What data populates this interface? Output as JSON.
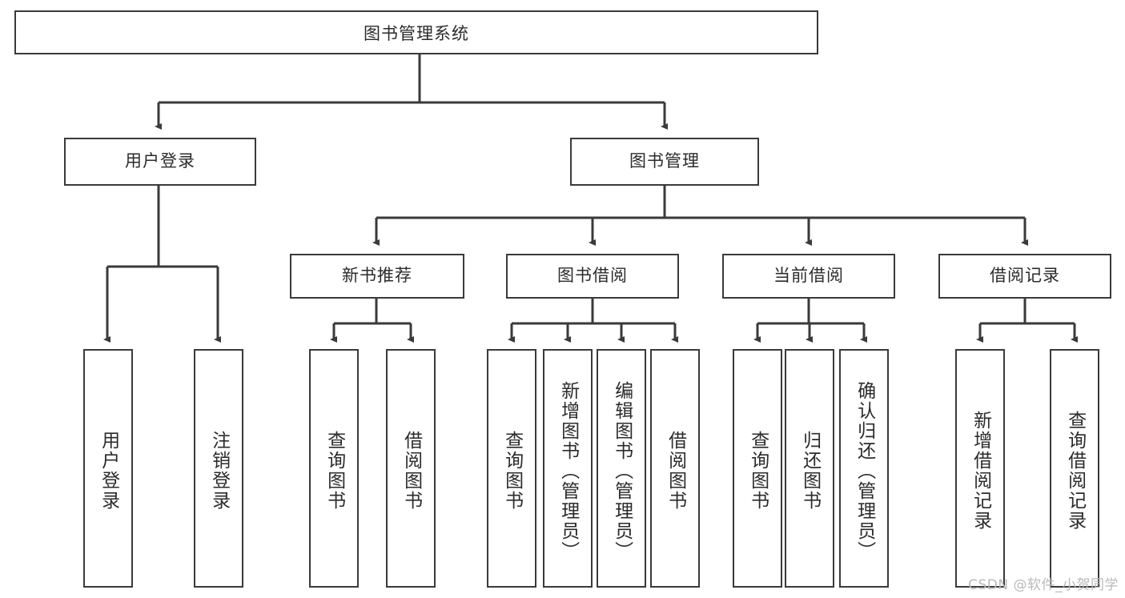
{
  "diagram": {
    "type": "tree",
    "title": "图书管理系统",
    "orientation": "top-down",
    "stroke_color": "#3a3a3a",
    "fill_color": "#ffffff",
    "text_color": "#2b2b2b"
  },
  "root": {
    "label": "图书管理系统"
  },
  "level2": [
    {
      "label": "用户登录"
    },
    {
      "label": "图书管理"
    }
  ],
  "level3": [
    {
      "label": "新书推荐"
    },
    {
      "label": "图书借阅"
    },
    {
      "label": "当前借阅"
    },
    {
      "label": "借阅记录"
    }
  ],
  "leaves": {
    "user_login": [
      {
        "label": "用户登录"
      },
      {
        "label": "注销登录"
      }
    ],
    "new_book": [
      {
        "label": "查询图书"
      },
      {
        "label": "借阅图书"
      }
    ],
    "book_borrow": [
      {
        "label": "查询图书"
      },
      {
        "label": "新增图书（管理员）"
      },
      {
        "label": "编辑图书（管理员）"
      },
      {
        "label": "借阅图书"
      }
    ],
    "current_borrow": [
      {
        "label": "查询图书"
      },
      {
        "label": "归还图书"
      },
      {
        "label": "确认归还（管理员）"
      }
    ],
    "borrow_record": [
      {
        "label": "新增借阅记录"
      },
      {
        "label": "查询借阅记录"
      }
    ]
  },
  "watermark": {
    "text": "CSDN @软件_小贺同学"
  }
}
